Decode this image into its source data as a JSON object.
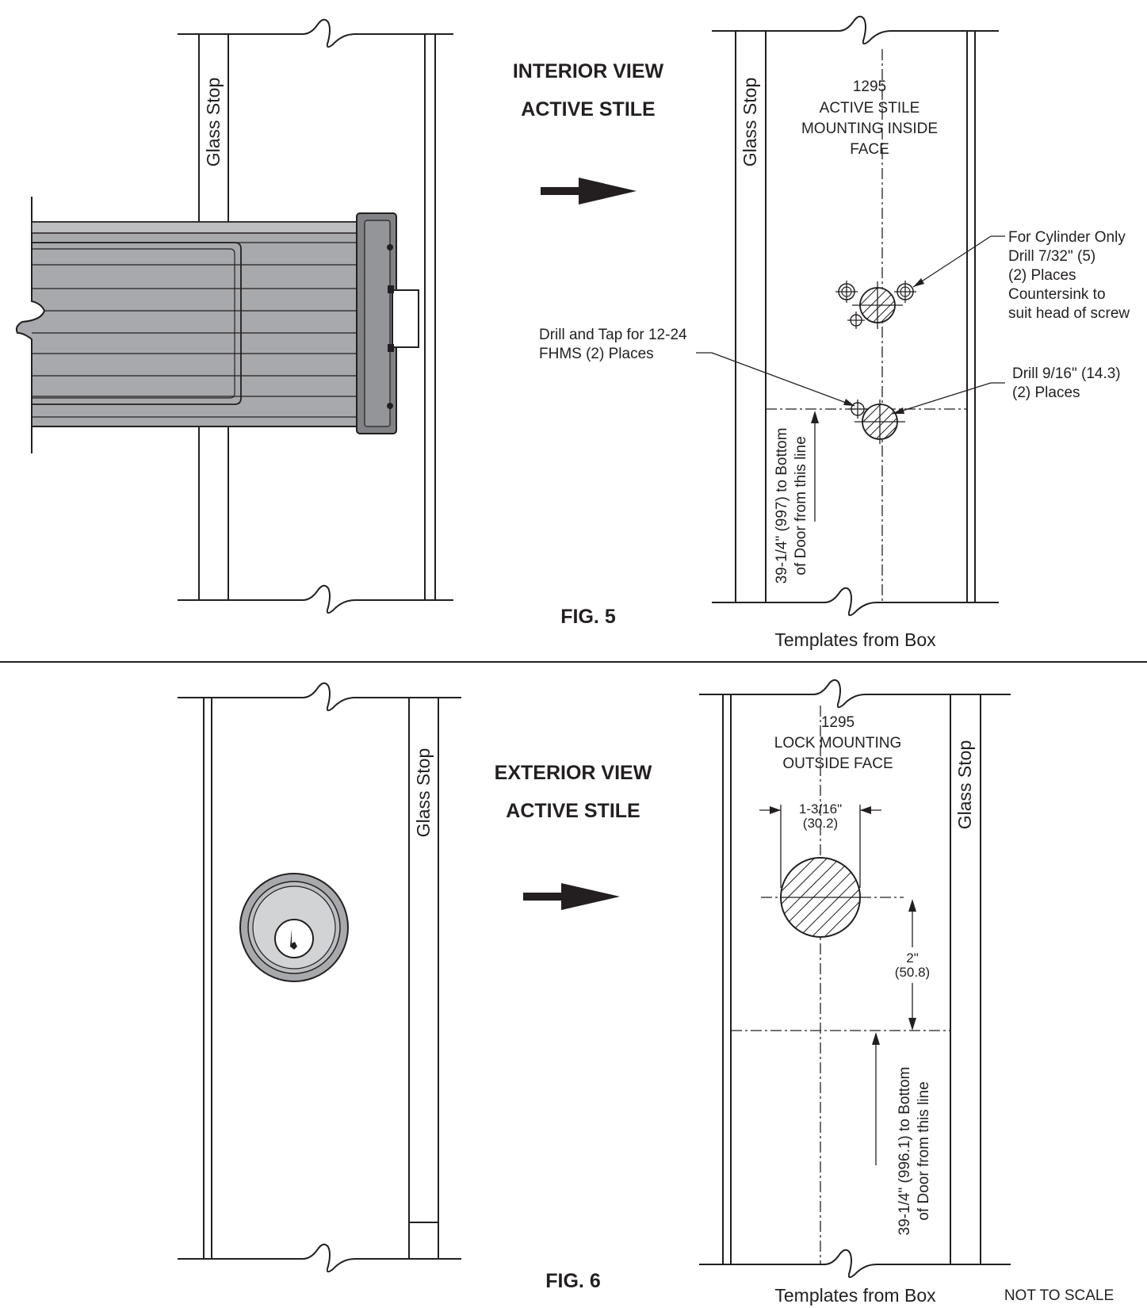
{
  "fig5": {
    "view_title": "INTERIOR VIEW",
    "view_subtitle": "ACTIVE STILE",
    "glass_stop_left": "Glass Stop",
    "glass_stop_right": "Glass Stop",
    "template_line1": "1295",
    "template_line2": "ACTIVE STILE",
    "template_line3": "MOUNTING INSIDE",
    "template_line4": "FACE",
    "cylinder_note": [
      "For Cylinder Only",
      "Drill 7/32\" (5)",
      "(2) Places",
      "Countersink to",
      "suit head of screw"
    ],
    "tap_note": [
      "Drill and Tap for 12-24",
      "FHMS (2) Places"
    ],
    "drill_note": [
      "Drill 9/16\" (14.3)",
      "(2) Places"
    ],
    "bottom_dim": [
      "39-1/4\" (997) to Bottom",
      "of Door from this line"
    ],
    "fig_label": "FIG. 5",
    "templates_label": "Templates from Box"
  },
  "fig6": {
    "view_title": "EXTERIOR VIEW",
    "view_subtitle": "ACTIVE STILE",
    "glass_stop_left": "Glass Stop",
    "glass_stop_right": "Glass Stop",
    "template_line1": "1295",
    "template_line2": "LOCK MOUNTING",
    "template_line3": "OUTSIDE FACE",
    "width_dim": [
      "1-3/16\"",
      "(30.2)"
    ],
    "height_dim": [
      "2\"",
      "(50.8)"
    ],
    "bottom_dim": [
      "39-1/4\" (996.1) to Bottom",
      "of Door from this line"
    ],
    "fig_label": "FIG. 6",
    "templates_label": "Templates from Box",
    "scale_note": "NOT TO SCALE"
  },
  "colors": {
    "ink": "#231f20",
    "bar_fill": "#a7a9ac",
    "bar_dark": "#808285",
    "cylinder_fill": "#bcbec0"
  }
}
